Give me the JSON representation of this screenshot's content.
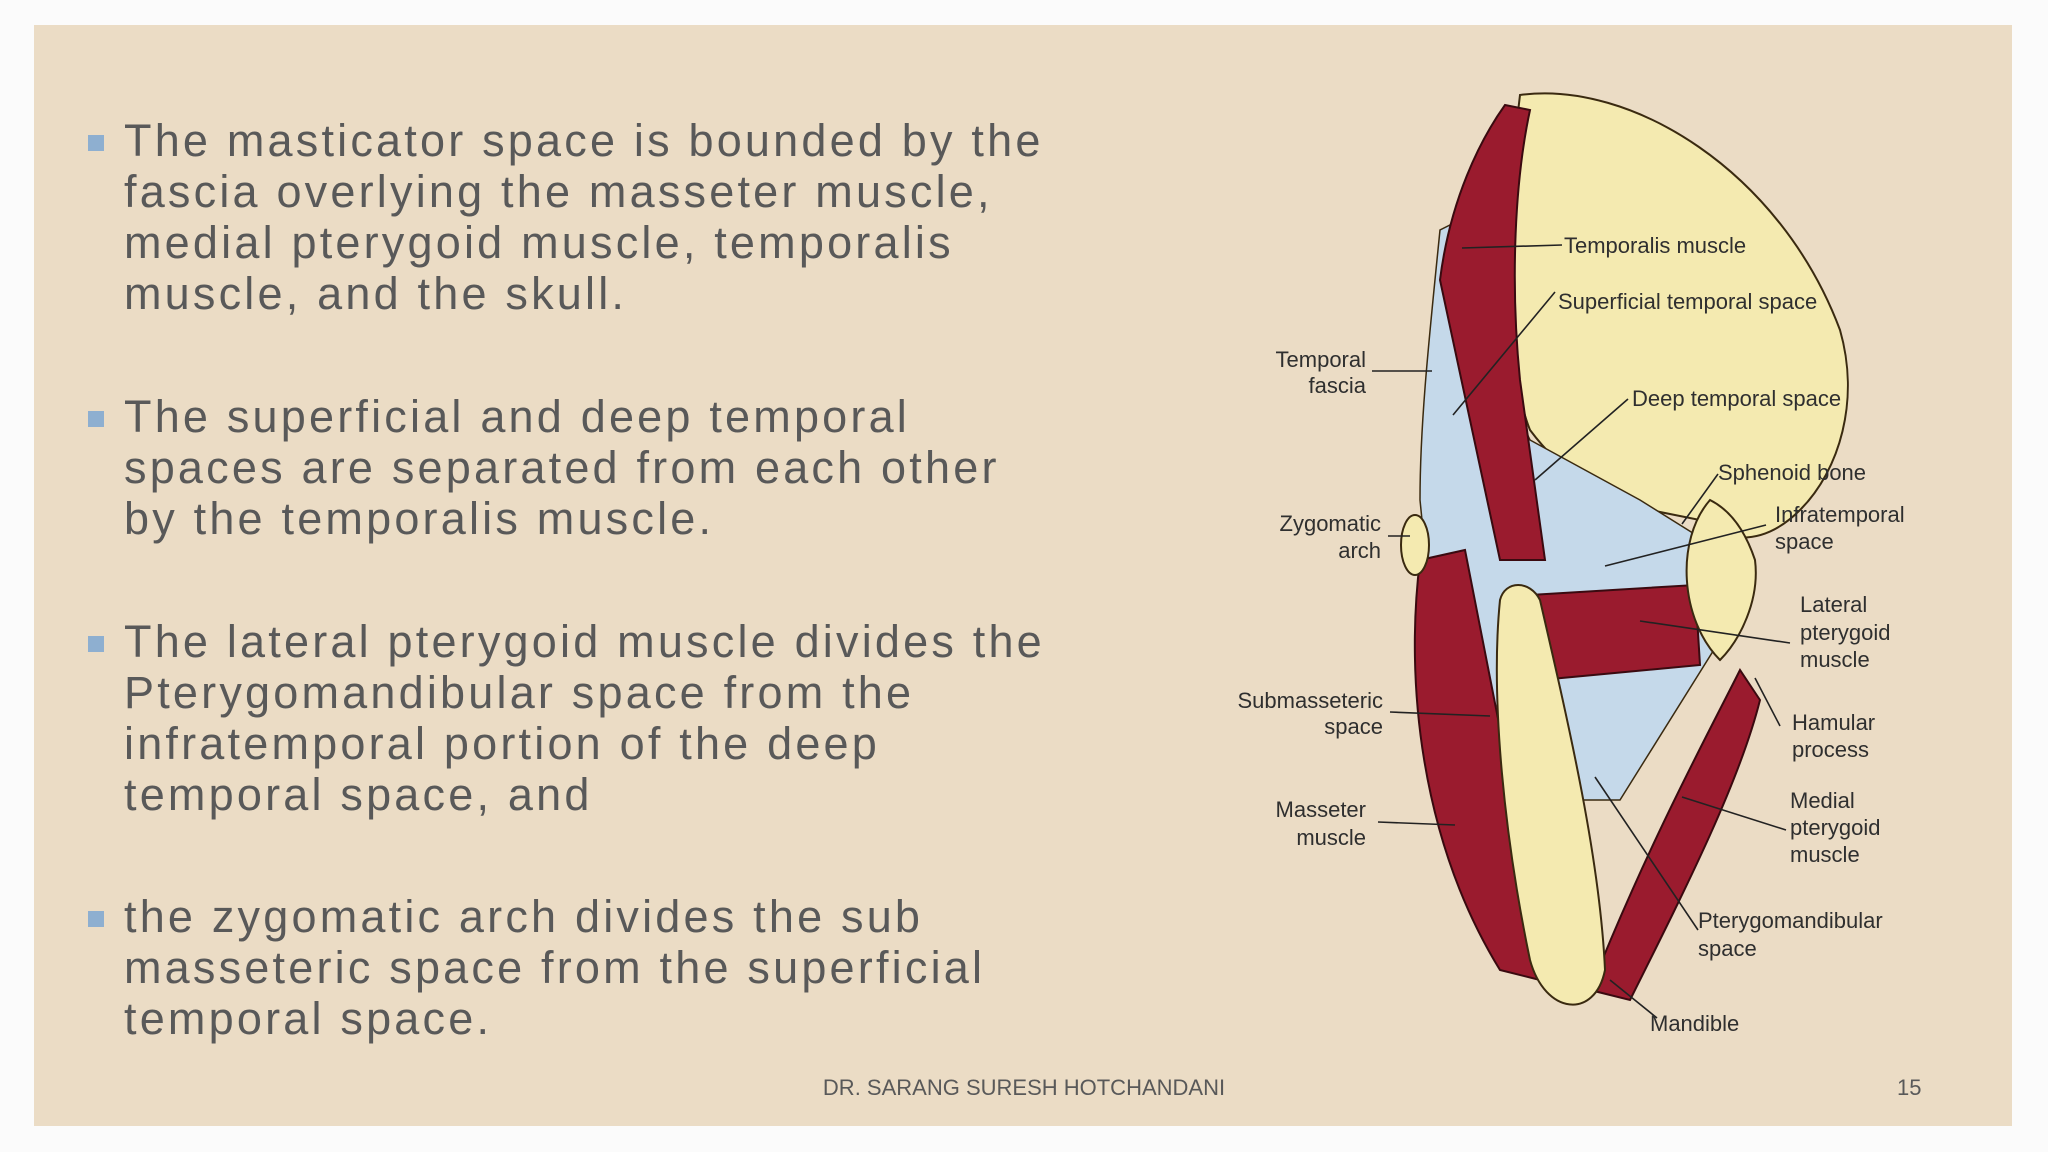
{
  "bullets": [
    {
      "text": "The masticator space is bounded by the\nfascia overlying the masseter muscle,\nmedial pterygoid muscle, temporalis\nmuscle, and the skull."
    },
    {
      "text": "The superficial and deep temporal\nspaces are separated from each other\nby the temporalis muscle."
    },
    {
      "text": "The lateral pterygoid muscle divides the\nPterygomandibular space from the\ninfratemporal portion of the deep\ntemporal space, and"
    },
    {
      "text": "the zygomatic arch divides the sub\nmasseteric space from the superficial\ntemporal space."
    }
  ],
  "diagram": {
    "labels": {
      "temporalis_muscle": "Temporalis muscle",
      "superficial_temporal_space": "Superficial temporal space",
      "temporal_fascia_1": "Temporal",
      "temporal_fascia_2": "fascia",
      "deep_temporal_space": "Deep temporal space",
      "sphenoid_bone": "Sphenoid bone",
      "zygomatic_arch_1": "Zygomatic",
      "zygomatic_arch_2": "arch",
      "infratemporal_space_1": "Infratemporal",
      "infratemporal_space_2": "space",
      "lateral_pterygoid_1": "Lateral",
      "lateral_pterygoid_2": "pterygoid",
      "lateral_pterygoid_3": "muscle",
      "submasseteric_space_1": "Submasseteric",
      "submasseteric_space_2": "space",
      "hamular_process_1": "Hamular",
      "hamular_process_2": "process",
      "masseter_muscle_1": "Masseter",
      "masseter_muscle_2": "muscle",
      "medial_pterygoid_1": "Medial",
      "medial_pterygoid_2": "pterygoid",
      "medial_pterygoid_3": "muscle",
      "pterygomandibular_space_1": "Pterygomandibular",
      "pterygomandibular_space_2": "space",
      "mandible": "Mandible"
    },
    "colors": {
      "muscle": "#9a1b2e",
      "bone": "#f4eab0",
      "space": "#c5d9ea"
    }
  },
  "footer": {
    "author": "DR. SARANG SURESH HOTCHANDANI",
    "page": "15"
  }
}
